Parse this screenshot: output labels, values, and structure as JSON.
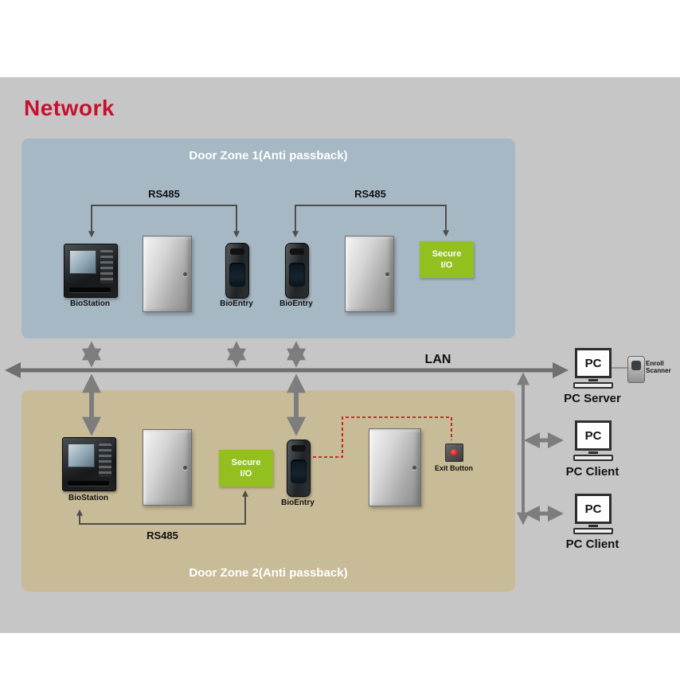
{
  "title": "Network",
  "zone1": {
    "title": "Door Zone 1(Anti passback)",
    "rs485_left": "RS485",
    "rs485_right": "RS485",
    "biostation_label": "BioStation",
    "bioentry1_label": "BioEntry",
    "bioentry2_label": "BioEntry",
    "secure_io": {
      "line1": "Secure",
      "line2": "I/O"
    }
  },
  "zone2": {
    "title": "Door Zone 2(Anti passback)",
    "rs485": "RS485",
    "biostation_label": "BioStation",
    "bioentry_label": "BioEntry",
    "secure_io": {
      "line1": "Secure",
      "line2": "I/O"
    },
    "exit_button_label": "Exit Button"
  },
  "lan": {
    "label": "LAN"
  },
  "right": {
    "pc_server": {
      "monitor_text": "PC",
      "label": "PC Server",
      "scanner_label": "Enroll Scanner"
    },
    "pc_client_top": {
      "monitor_text": "PC",
      "label": "PC Client"
    },
    "pc_client_bottom": {
      "monitor_text": "PC",
      "label": "PC Client"
    }
  },
  "colors": {
    "title_red": "#c8102e",
    "canvas_gray": "#c6c6c6",
    "zone1_bg": "#a6b8c4",
    "zone2_bg": "#c8bb97",
    "secure_io_green": "#93c01f",
    "arrow_gray": "#7d7d7d",
    "bracket_dark": "#4d4d4d",
    "lan_line": "#6f6f6f",
    "dashed_red": "#cc0000"
  }
}
